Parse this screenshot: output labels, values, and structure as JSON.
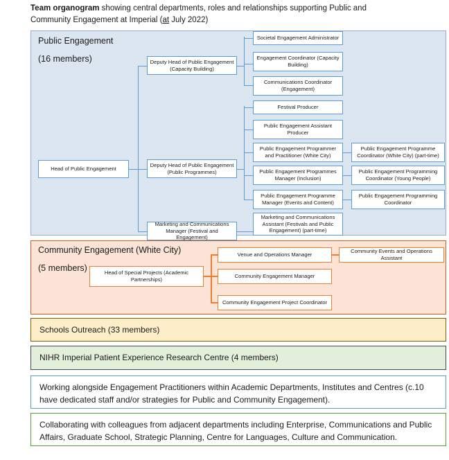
{
  "caption": {
    "lead": "Team organogram",
    "rest_line1": " showing central departments, roles and relationships supporting Public and",
    "line2_pre": "Community Engagement at Imperial (",
    "line2_underline": "at",
    "line2_post": " July 2022)"
  },
  "colors": {
    "public_engagement_bg": "#dce6f1",
    "public_engagement_border": "#5b9bd5",
    "community_engagement_bg": "#fbe4d5",
    "community_engagement_border": "#ed7d31",
    "schools_outreach_bg": "#fdeec9",
    "schools_outreach_border": "#7f6000",
    "nihr_bg": "#e2efda",
    "nihr_border": "#4a4a4a",
    "note_blue_border": "#5b9bd5",
    "note_green_border": "#55a630",
    "node_fill": "#ffffff"
  },
  "public_engagement": {
    "title": "Public Engagement",
    "members": "(16 members)",
    "head": "Head of Public Engagement",
    "deputy_capacity": "Deputy Head of Public Engagement (Capacity Building)",
    "deputy_programmes": "Deputy Head of Public Engagement (Public Programmes)",
    "marketing_manager": "Marketing and Communications Manager (Festival and Engagement)",
    "capacity_reports": [
      "Societal Engagement Administrator",
      "Engagement Coordinator (Capacity Building)",
      "Communications Coordinator (Engagement)"
    ],
    "programmes_reports": [
      "Festival Producer",
      "Public Engagement Assistant Producer",
      "Public Engagement Programmer and Practitioner (White City)",
      "Public Engagement Programmes Manager (Inclusion)",
      "Public Engagement Programme Manager (Events and Content)"
    ],
    "marketing_report": "Marketing and Communications Assistant (Festivals and Public Engagement) (part-time)",
    "third_level": [
      "Public Engagement Programme Coordinator (White City) (part-time)",
      "Public Engagement Programming Coordinator (Young People)",
      "Public Engagement Programming Coordinator"
    ]
  },
  "community_engagement": {
    "title": "Community Engagement (White City)",
    "members": "(5 members)",
    "head": "Head of Special Projects (Academic Partnerships)",
    "reports": [
      "Venue and Operations Manager",
      "Community Engagement Manager",
      "Community Engagement Project Coordinator"
    ],
    "venue_report": "Community Events and Operations Assistant"
  },
  "schools_outreach": {
    "label": "Schools Outreach (33 members)"
  },
  "nihr": {
    "label": "NIHR Imperial Patient Experience Research Centre (4 members)"
  },
  "notes": {
    "note1": "Working alongside Engagement Practitioners within Academic Departments, Institutes and Centres (c.10 have dedicated staff and/or strategies for Public and Community Engagement).",
    "note2": "Collaborating with colleagues from adjacent departments including Enterprise, Communications and Public Affairs, Graduate School, Strategic Planning, Centre for Languages, Culture and Communication."
  }
}
